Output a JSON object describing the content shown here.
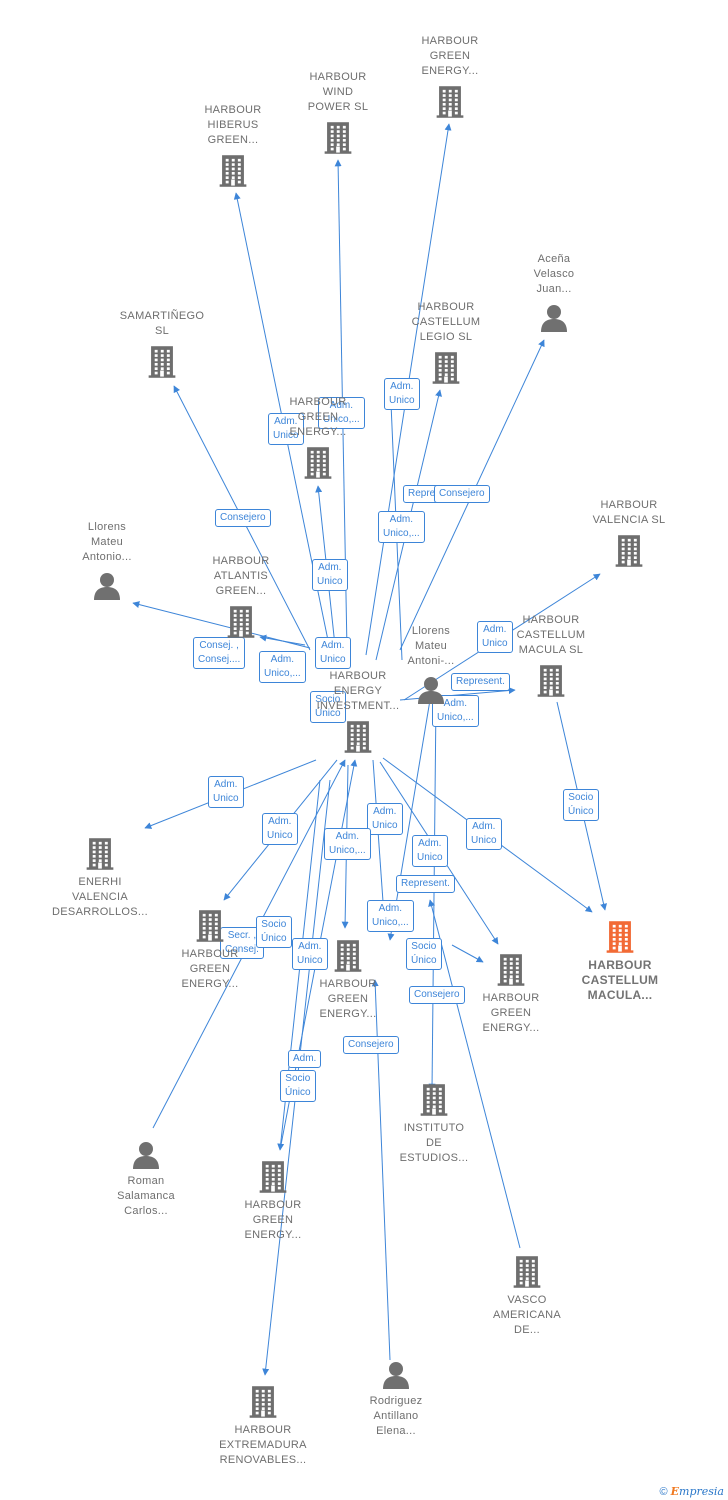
{
  "colors": {
    "edge": "#3d85d8",
    "company": "#6e6e6e",
    "focus": "#f26a35",
    "person": "#707070"
  },
  "nodes": [
    {
      "id": "hge_top",
      "kind": "company",
      "label": "HARBOUR\nGREEN\nENERGY..."
    },
    {
      "id": "hwind",
      "kind": "company",
      "label": "HARBOUR\nWIND\nPOWER  SL"
    },
    {
      "id": "hhiberus",
      "kind": "company",
      "label": "HARBOUR\nHIBERUS\nGREEN..."
    },
    {
      "id": "acena",
      "kind": "person",
      "label": "Aceña\nVelasco\nJuan..."
    },
    {
      "id": "samart",
      "kind": "company",
      "label": "SAMARTIÑEGO\nSL"
    },
    {
      "id": "hlegio",
      "kind": "company",
      "label": "HARBOUR\nCASTELLUM\nLEGIO  SL"
    },
    {
      "id": "hge_mid",
      "kind": "company",
      "label": "HARBOUR\nGREEN\nENERGY..."
    },
    {
      "id": "hvalencia",
      "kind": "company",
      "label": "HARBOUR\nVALENCIA  SL"
    },
    {
      "id": "llorens1",
      "kind": "person",
      "label": "Llorens\nMateu\nAntonio..."
    },
    {
      "id": "hatlantis",
      "kind": "company",
      "label": "HARBOUR\nATLANTIS\nGREEN..."
    },
    {
      "id": "llorens2",
      "kind": "person",
      "label": "Llorens\nMateu\nAntoni-..."
    },
    {
      "id": "hcm_sl",
      "kind": "company",
      "label": "HARBOUR\nCASTELLUM\nMACULA  SL"
    },
    {
      "id": "hgi",
      "kind": "company",
      "label": "HARBOUR\nENERGY\nINVESTMENT..."
    },
    {
      "id": "enerhi",
      "kind": "company",
      "label": "ENERHI\nVALENCIA\nDESARROLLOS..."
    },
    {
      "id": "hcm_focus",
      "kind": "focus",
      "label": "HARBOUR\nCASTELLUM\nMACULA..."
    },
    {
      "id": "hge_left",
      "kind": "company",
      "label": "HARBOUR\nGREEN\nENERGY..."
    },
    {
      "id": "hge_center",
      "kind": "company",
      "label": "HARBOUR\nGREEN\nENERGY..."
    },
    {
      "id": "hge_right",
      "kind": "company",
      "label": "HARBOUR\nGREEN\nENERGY..."
    },
    {
      "id": "instituto",
      "kind": "company",
      "label": "INSTITUTO\nDE\nESTUDIOS..."
    },
    {
      "id": "roman",
      "kind": "person",
      "label": "Roman\nSalamanca\nCarlos..."
    },
    {
      "id": "hge_low",
      "kind": "company",
      "label": "HARBOUR\nGREEN\nENERGY..."
    },
    {
      "id": "vasco",
      "kind": "company",
      "label": "VASCO\nAMERICANA\nDE..."
    },
    {
      "id": "hextrem",
      "kind": "company",
      "label": "HARBOUR\nEXTREMADURA\nRENOVABLES..."
    },
    {
      "id": "rodriguez",
      "kind": "person",
      "label": "Rodriguez\nAntillano\nElena..."
    }
  ],
  "edge_labels": [
    {
      "id": "e1",
      "text": "Adm.\nUnico"
    },
    {
      "id": "e2",
      "text": "Adm.\nUnico,..."
    },
    {
      "id": "e3",
      "text": "Adm.\nUnico"
    },
    {
      "id": "e4",
      "text": "Repres"
    },
    {
      "id": "e5",
      "text": "Consejero"
    },
    {
      "id": "e6",
      "text": "Consejero"
    },
    {
      "id": "e7",
      "text": "Adm.\nUnico,..."
    },
    {
      "id": "e8",
      "text": "Adm.\nUnico"
    },
    {
      "id": "e9",
      "text": "Adm.\nUnico"
    },
    {
      "id": "e10",
      "text": "Consej. ,\nConsej...."
    },
    {
      "id": "e11",
      "text": "Adm.\nUnico"
    },
    {
      "id": "e12",
      "text": "Adm.\nUnico,..."
    },
    {
      "id": "e13",
      "text": "Represent."
    },
    {
      "id": "e14",
      "text": "Socio\nÚnico"
    },
    {
      "id": "e15",
      "text": "Adm.\nUnico,..."
    },
    {
      "id": "e16",
      "text": "Adm.\nUnico"
    },
    {
      "id": "e17",
      "text": "Socio\nÚnico"
    },
    {
      "id": "e18",
      "text": "Adm.\nUnico"
    },
    {
      "id": "e19",
      "text": "Adm.\nUnico"
    },
    {
      "id": "e20",
      "text": "Adm.\nUnico,..."
    },
    {
      "id": "e21",
      "text": "Adm.\nUnico"
    },
    {
      "id": "e22",
      "text": "Adm.\nUnico"
    },
    {
      "id": "e23",
      "text": "Represent."
    },
    {
      "id": "e24",
      "text": "Secr. ,\nConsej."
    },
    {
      "id": "e25",
      "text": "Socio\nÚnico"
    },
    {
      "id": "e26",
      "text": "Adm.\nUnico,..."
    },
    {
      "id": "e27",
      "text": "Adm.\nUnico"
    },
    {
      "id": "e28",
      "text": "Socio\nÚnico"
    },
    {
      "id": "e29",
      "text": "Consejero"
    },
    {
      "id": "e30",
      "text": "Consejero"
    },
    {
      "id": "e31",
      "text": "Adm."
    },
    {
      "id": "e32",
      "text": "Socio\nÚnico"
    }
  ],
  "footer": {
    "copyright": "©",
    "brand_initial": "E",
    "brand_rest": "mpresia"
  }
}
